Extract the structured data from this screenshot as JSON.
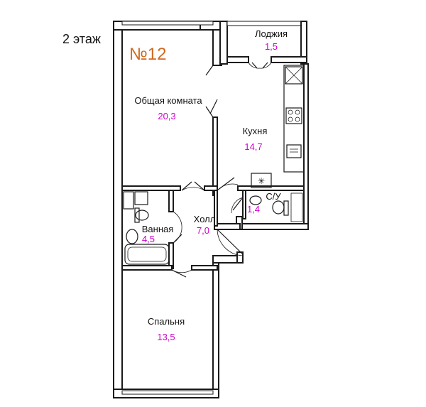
{
  "floor_label": "2 этаж",
  "apartment_number": "№12",
  "colors": {
    "area_text": "#cc00cc",
    "apartment_number": "#d2691e",
    "walls": "#1a1a1a"
  },
  "rooms": [
    {
      "name": "Лоджия",
      "area": "1,5"
    },
    {
      "name": "Общая комната",
      "area": "20,3"
    },
    {
      "name": "Кухня",
      "area": "14,7"
    },
    {
      "name": "С/У",
      "area": "1,4"
    },
    {
      "name": "Ванная",
      "area": "4,5"
    },
    {
      "name": "Холл",
      "area": "7,0"
    },
    {
      "name": "Спальня",
      "area": "13,5"
    }
  ]
}
